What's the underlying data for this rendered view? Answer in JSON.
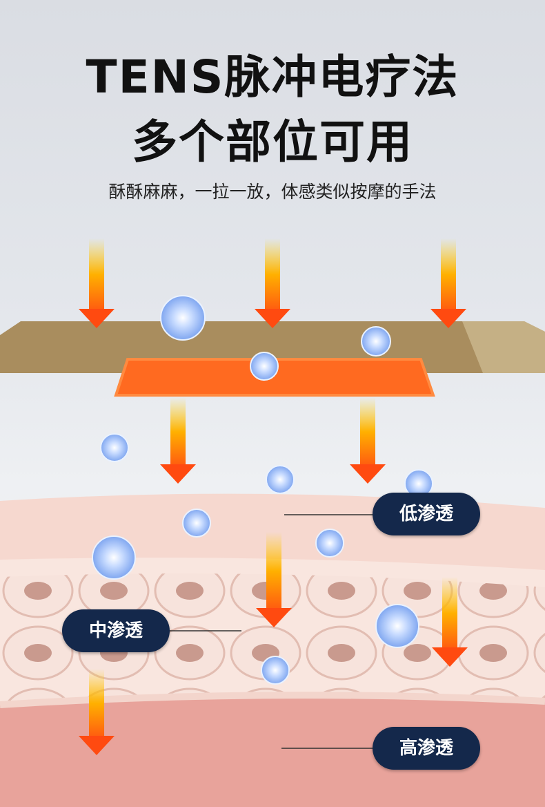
{
  "header": {
    "title_line1": "TENS脉冲电疗法",
    "title_line2": "多个部位可用",
    "subtitle": "酥酥麻麻，一拉一放，体感类似按摩的手法"
  },
  "labels": {
    "low": "低渗透",
    "mid": "中渗透",
    "high": "高渗透"
  },
  "colors": {
    "label_bg": "#14284b",
    "arrow": "#ff4a10",
    "pad": "#a98d5e"
  }
}
